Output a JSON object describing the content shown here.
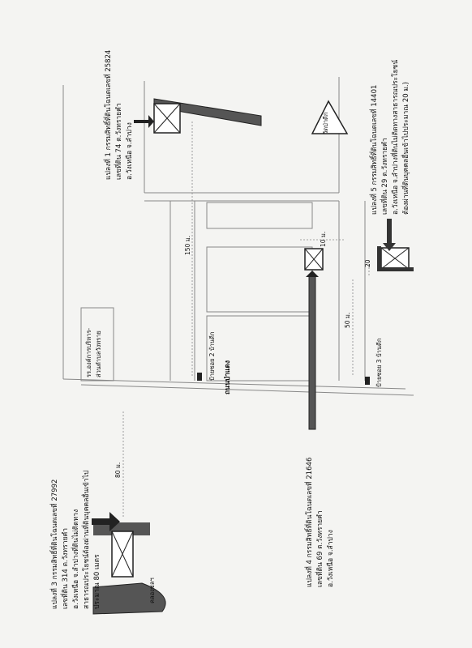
{
  "map": {
    "road_name": "ถนนป่าแดง",
    "soi_2_sign": "ป้ายซอย 2 บ้านดีก",
    "soi_3_sign": "ป้ายซอย 3 บ้านดีก",
    "office_label_line1": "รร.องค์การบริหาร-",
    "office_label_line2": "ส่วนตำบลวังทราย",
    "temple_label": "วัดป่าดีก",
    "canal_label": "คลองชลฯ",
    "dist_80": "80 ม.",
    "dist_150": "150 ม.",
    "dist_50": "50 ม.",
    "dist_10": "10 ม.",
    "dist_20": "20"
  },
  "parcels": [
    {
      "id": "parcel-3",
      "line1": "แปลงที่ 3 กรรมสิทธิ์ที่ดินโฉนดเลขที่ 27992",
      "line2": "เลขที่ดิน  314  ต.วังทรายคำ",
      "line3": "อ.วังเหนือ  จ.ลำปางที่ดินไม่ติดทาง",
      "line4": "สาธารณประโยชน์ต้องผ่านที่ดินบุคคลอื่นเข้าไป",
      "line5": "ประมาณ 80 เมตร"
    },
    {
      "id": "parcel-4",
      "line1": "แปลงที่  4  กรรมสิทธิ์ที่ดินโฉนดเลขที่  21646",
      "line2": "เลขที่ดิน  69  ต.วังทรายคำ",
      "line3": "อ.วังเหนือ  จ.ลำปาง"
    },
    {
      "id": "parcel-1",
      "line1": "แปลงที่  1  กรรมสิทธิ์ที่ดินโฉนดเลขที่ 25824",
      "line2": "เลขที่ดิน  74  ต.วังทรายคำ",
      "line3": "อ.วังเหนือ  จ.ลำปาง"
    },
    {
      "id": "parcel-5",
      "line1": "แปลงที่  5  กรรมสิทธิ์ที่ดินโฉนดเลขที่  14401",
      "line2": "เลขที่ดิน  29  ต.วังทรายคำ",
      "line3": "อ.วังเหนือ  จ.ลำปางที่ดินไม่ติดทางสาธารณประโยชน์",
      "line4": "ต้องผ่านที่ดินบุคคลอื่นเข้าไปประมาณ 20 ม.)"
    }
  ]
}
